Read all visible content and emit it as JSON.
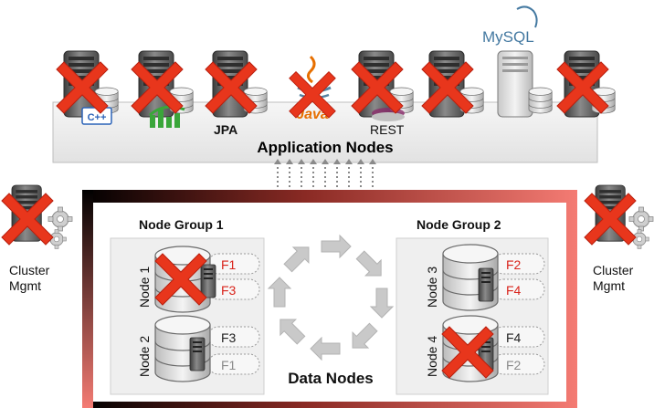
{
  "application_layer": {
    "title": "Application Nodes",
    "app_labels": {
      "cpp": "C++",
      "jpa": "JPA",
      "java": "Java",
      "rest": "REST",
      "mysql": "MySQL"
    }
  },
  "cluster_mgmt": {
    "left": {
      "line1": "Cluster",
      "line2": "Mgmt"
    },
    "right": {
      "line1": "Cluster",
      "line2": "Mgmt"
    }
  },
  "data_layer": {
    "title": "Data Nodes",
    "node_groups": [
      {
        "title": "Node Group 1",
        "nodes": [
          {
            "label": "Node 1",
            "fragments": [
              "F1",
              "F3"
            ],
            "failed": true
          },
          {
            "label": "Node 2",
            "fragments": [
              "F3",
              "F1"
            ],
            "failed": false
          }
        ]
      },
      {
        "title": "Node Group 2",
        "nodes": [
          {
            "label": "Node 3",
            "fragments": [
              "F2",
              "F4"
            ],
            "failed": false
          },
          {
            "label": "Node 4",
            "fragments": [
              "F4",
              "F2"
            ],
            "failed": true
          }
        ]
      }
    ]
  },
  "colors": {
    "failure_x": "#e8361c",
    "primary_fragment": "#d9241c",
    "secondary_fragment": "#222222",
    "faded_fragment": "#8a8a8a",
    "frame_gradient_start": "#000000",
    "frame_gradient_end": "#f47b73",
    "server_dark": "#5a5a5a",
    "server_light": "#d8d8d8",
    "panel": "#ececec"
  }
}
